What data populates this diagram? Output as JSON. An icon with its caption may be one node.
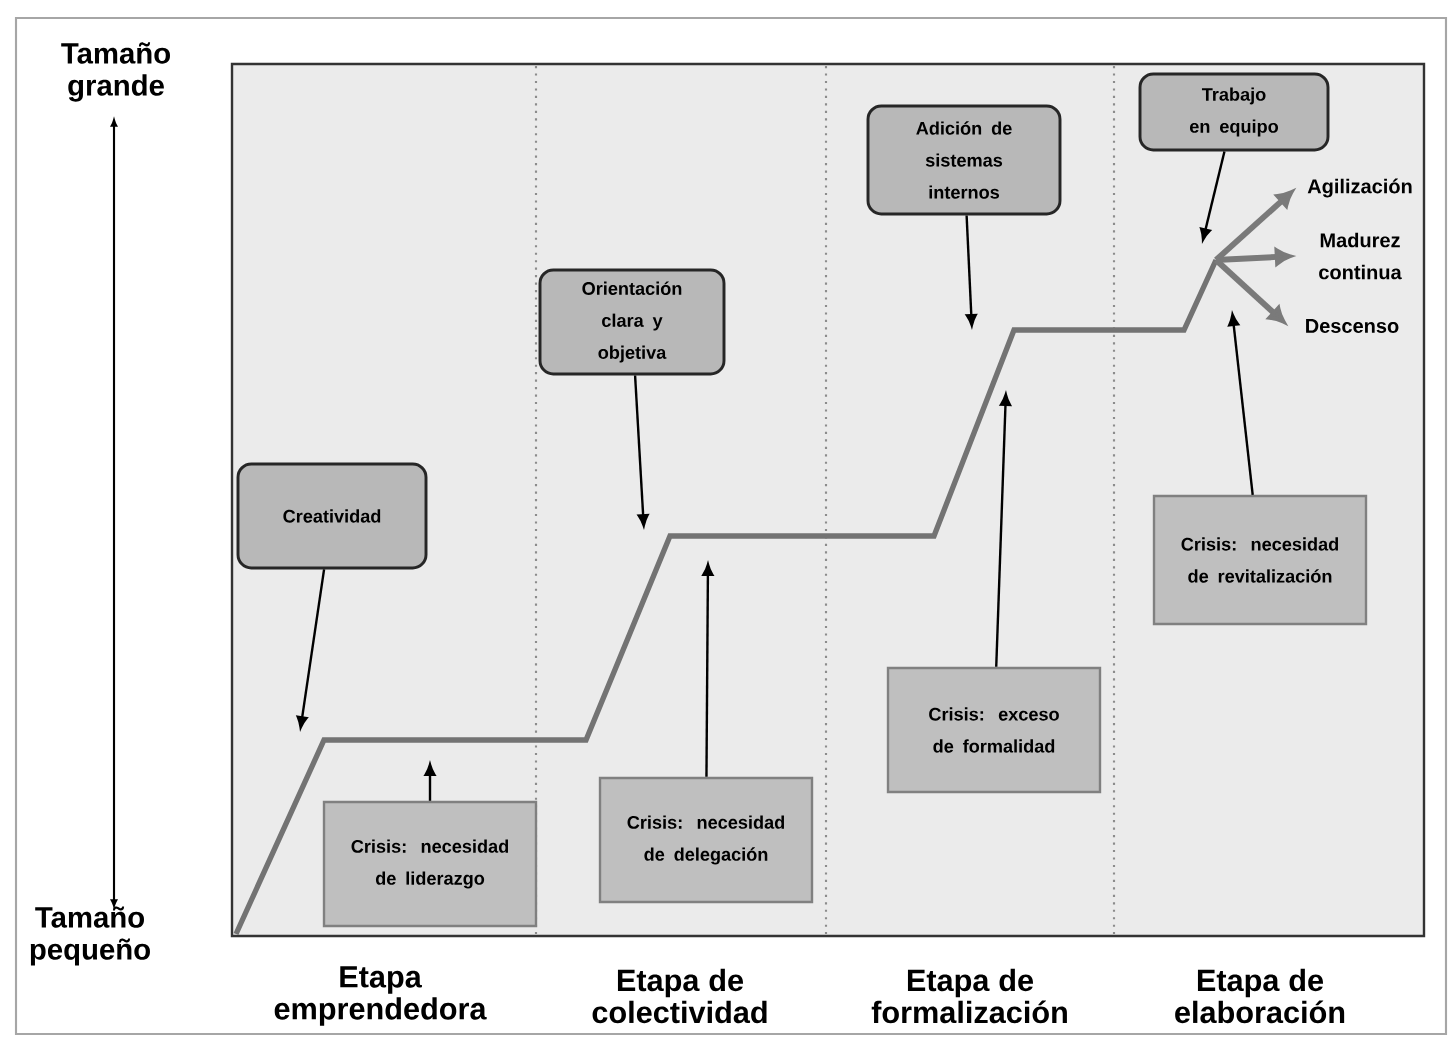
{
  "diagram": {
    "nodes": [
      {
        "text": [
          "Creatividad"
        ]
      },
      {
        "text": [
          "Crisis: necesidad de liderazgo"
        ]
      },
      {
        "text": [
          "Orientación clara y objetiva"
        ]
      },
      {
        "text": [
          "Crisis: necesidad de delegación"
        ]
      },
      {
        "text": [
          "Adición de sistemas internos"
        ]
      },
      {
        "text": [
          "Crisis: exceso de formalidad"
        ]
      },
      {
        "text": [
          "Trabajo en equipo"
        ]
      },
      {
        "text": [
          "Crisis: necesidad de revitalización"
        ]
      },
      {
        "text": [
          "Agilización"
        ]
      },
      {
        "text": [
          "Madurez continua"
        ]
      },
      {
        "text": [
          "Descenso"
        ]
      }
    ],
    "edges": [
      {
        "from": 0,
        "to": null,
        "arrow": "to"
      },
      {
        "from": 1,
        "to": null,
        "arrow": "to"
      },
      {
        "from": 2,
        "to": null,
        "arrow": "to"
      },
      {
        "from": 3,
        "to": null,
        "arrow": "to"
      },
      {
        "from": 4,
        "to": null,
        "arrow": "to"
      },
      {
        "from": 5,
        "to": null,
        "arrow": "to"
      },
      {
        "from": 6,
        "to": null,
        "arrow": "to"
      },
      {
        "from": 7,
        "to": null,
        "arrow": "to"
      },
      {
        "from": null,
        "to": 8,
        "arrow": "to",
        "style": "thick",
        "color": "#7a7a7a"
      },
      {
        "from": null,
        "to": 9,
        "arrow": "to",
        "style": "thick",
        "color": "#7a7a7a"
      },
      {
        "from": null,
        "to": 10,
        "arrow": "to",
        "style": "thick",
        "color": "#7a7a7a"
      }
    ],
    "labels": [
      "Tamaño grande",
      "Tamaño pequeño",
      "Etapa emprendedora",
      "Etapa de colectividad",
      "Etapa de formalización",
      "Etapa de elaboración"
    ]
  }
}
